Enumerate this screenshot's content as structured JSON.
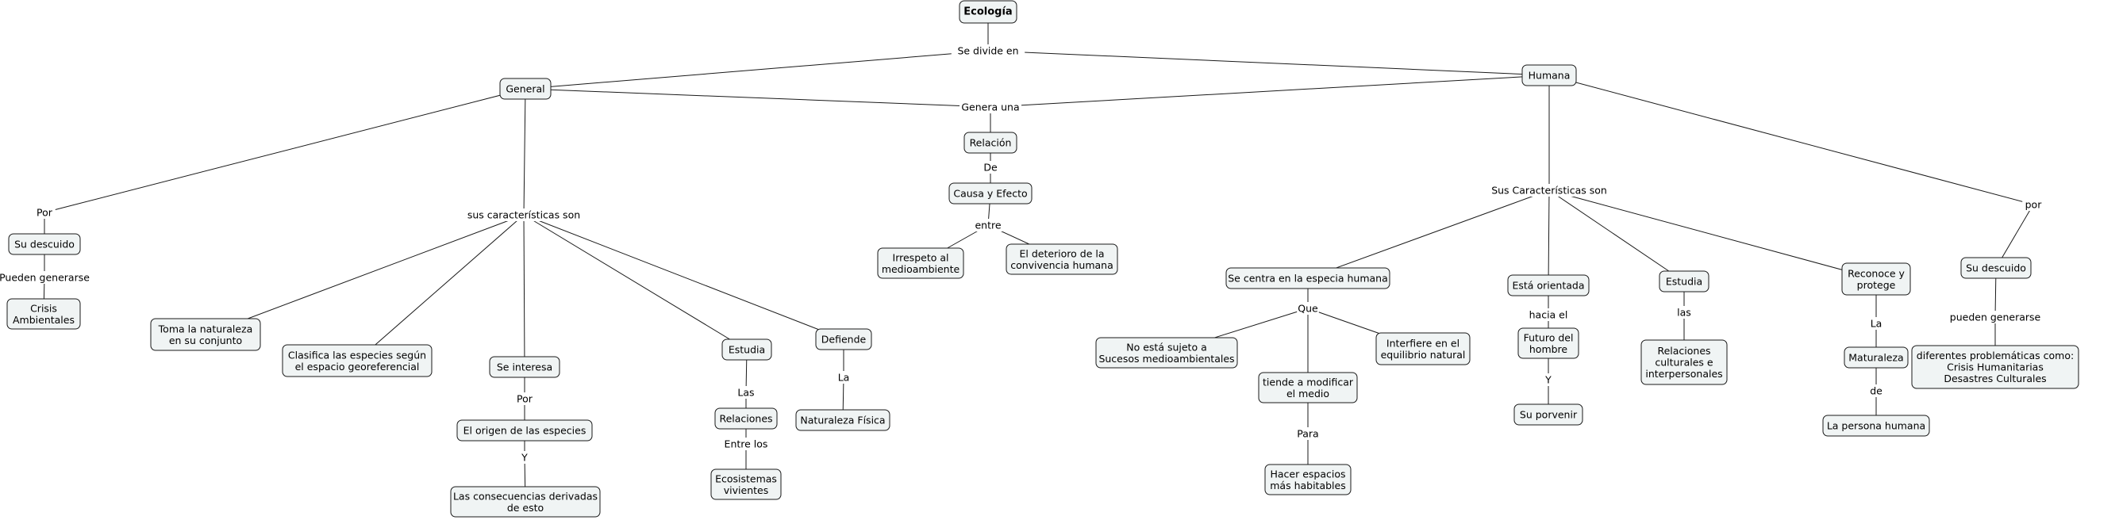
{
  "concepts": {
    "ecologia": "Ecología",
    "general": "General",
    "humana": "Humana",
    "relacion": "Relación",
    "causa_efecto": "Causa y Efecto",
    "irrespeto": [
      "Irrespeto al",
      "medioambiente"
    ],
    "deterioro": [
      "El deterioro de la",
      "convivencia humana"
    ],
    "su_descuido_g": "Su descuido",
    "crisis_amb": [
      "Crisis",
      "Ambientales"
    ],
    "toma": [
      "Toma la naturaleza",
      "en su conjunto"
    ],
    "clasifica": [
      "Clasifica las especies según",
      "el espacio georeferencial"
    ],
    "se_interesa": "Se interesa",
    "origen": "El origen de las especies",
    "consecuencias": [
      "Las consecuencias derivadas",
      "de esto"
    ],
    "estudia_g": "Estudia",
    "relaciones": "Relaciones",
    "ecosistemas": [
      "Ecosistemas",
      "vivientes"
    ],
    "defiende": "Defiende",
    "naturaleza_fisica": "Naturaleza Física",
    "se_centra": "Se centra en la especia humana",
    "no_esta": [
      "No está sujeto a",
      "Sucesos medioambientales"
    ],
    "interfiere": [
      "Interfiere en el",
      "equilibrio natural"
    ],
    "tiende": [
      "tiende a modificar",
      "el medio"
    ],
    "hacer_espacios": [
      "Hacer espacios",
      "más habitables"
    ],
    "esta_orientada": "Está orientada",
    "futuro": [
      "Futuro del",
      "hombre"
    ],
    "porvenir": "Su porvenir",
    "estudia_h": "Estudia",
    "relaciones_ci": [
      "Relaciones",
      "culturales e",
      "interpersonales"
    ],
    "reconoce": [
      "Reconoce y",
      "protege"
    ],
    "maturaleza": "Maturaleza",
    "persona": "La persona humana",
    "su_descuido_h": "Su descuido",
    "problematicas": [
      "diferentes problemáticas como:",
      "Crisis Humanitarias",
      "Desastres Culturales"
    ]
  },
  "linking_phrases": {
    "se_divide_en": "Se divide en",
    "genera_una": "Genera una",
    "de_rel": "De",
    "entre": "entre",
    "por_g": "Por",
    "pueden_generarse_g": "Pueden generarse",
    "sus_caracteristicas_g": "sus características son",
    "por_interes": "Por",
    "y_origen": "Y",
    "las": "Las",
    "entre_los": "Entre los",
    "la_defiende": "La",
    "sus_caracteristicas_h": "Sus Características son",
    "que": "Que",
    "para": "Para",
    "hacia_el": "hacia el",
    "y_futuro": "Y",
    "las_h": "las",
    "la_reconoce": "La",
    "de_mat": "de",
    "por_h": "por",
    "pueden_generarse_h": "pueden generarse"
  },
  "colors": {
    "node_fill": "#f0f4f4",
    "node_border": "#1a1a1a",
    "edge": "#1a1a1a",
    "background": "#ffffff"
  }
}
